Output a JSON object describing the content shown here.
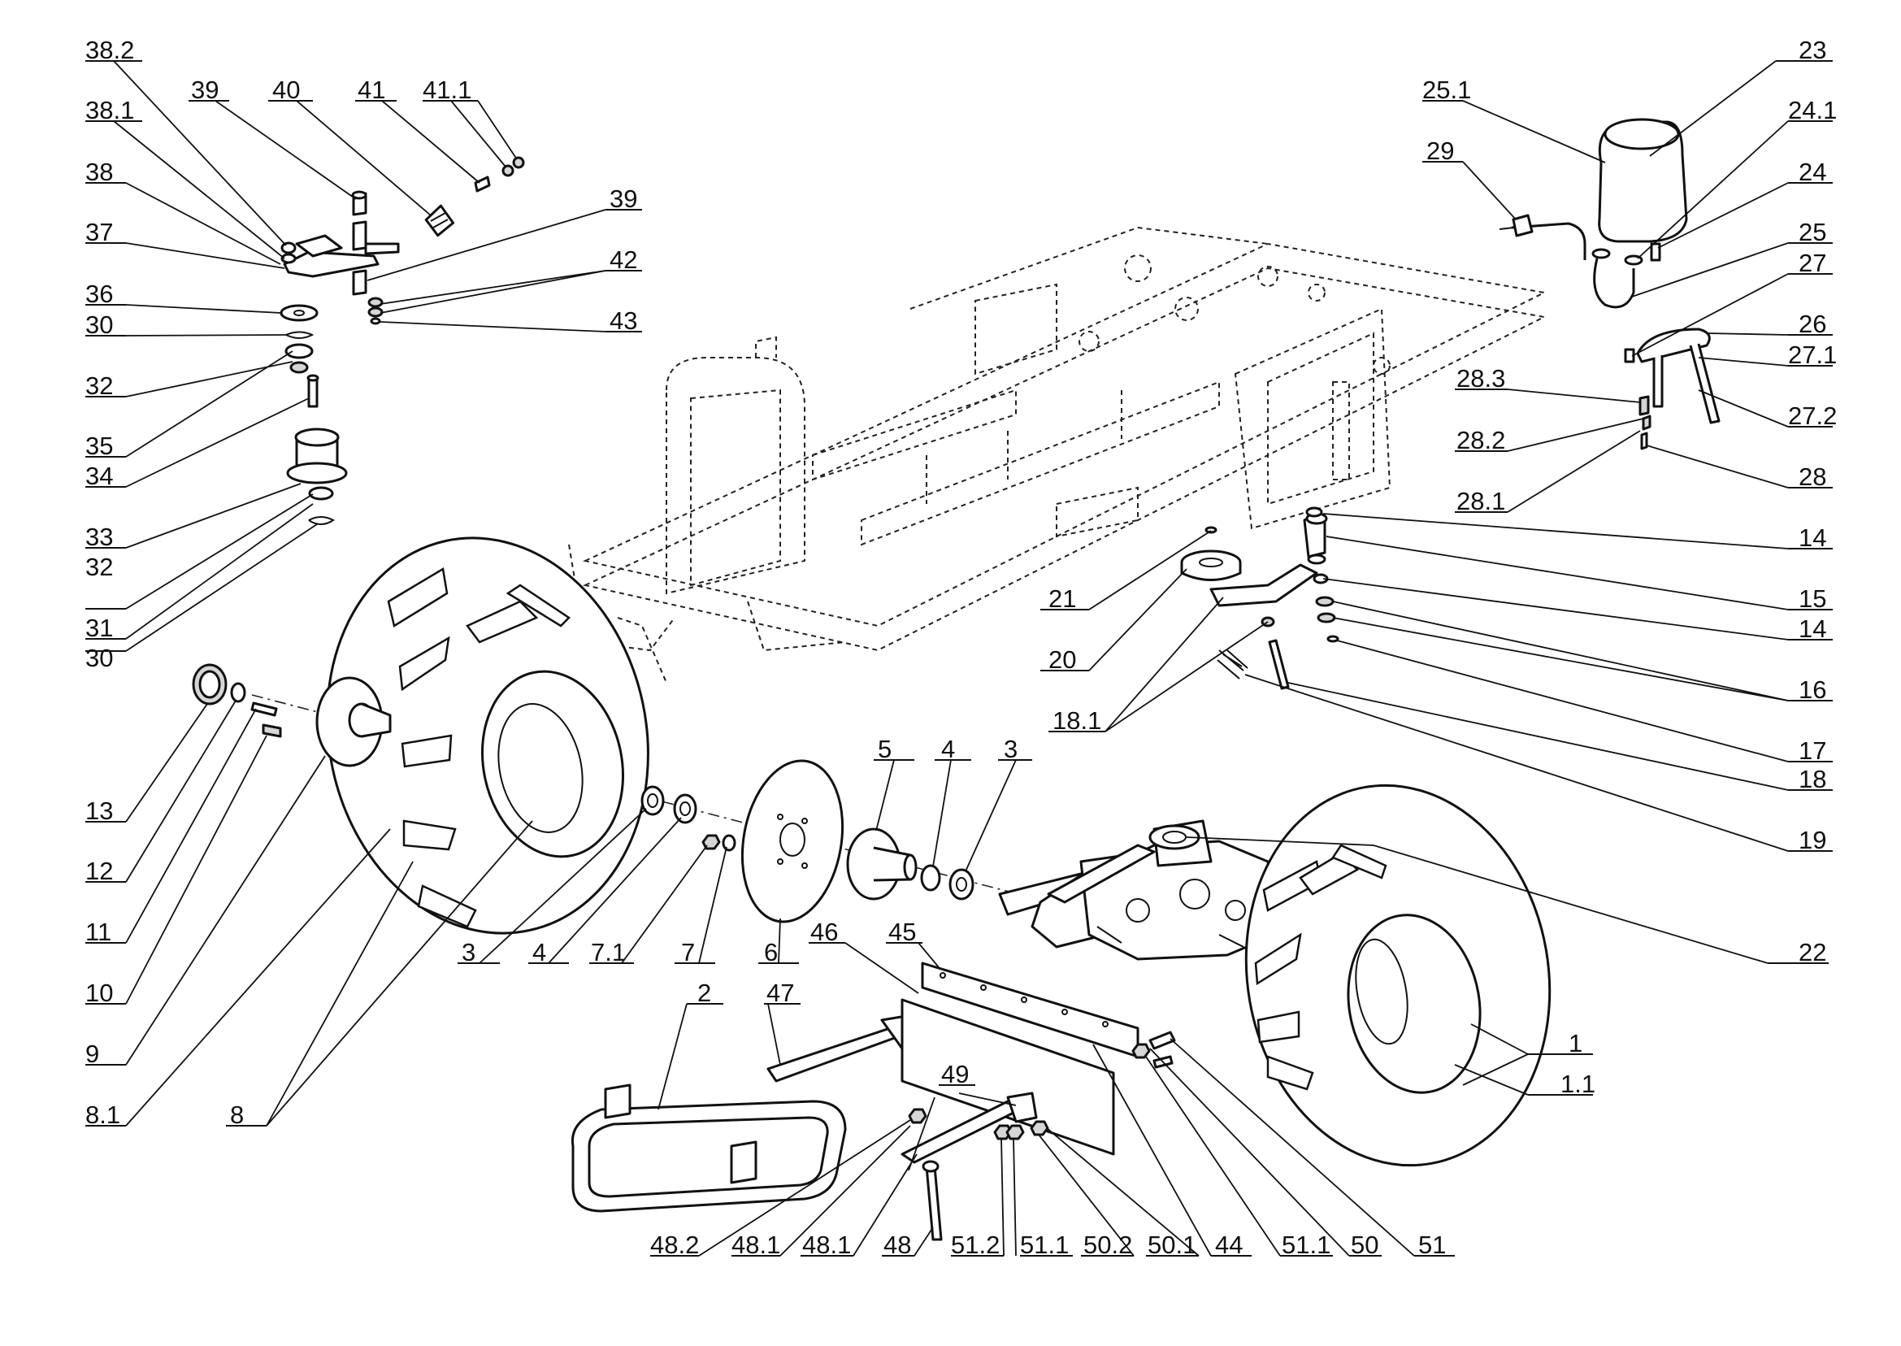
{
  "diagram": {
    "labels": [
      {
        "id": "38.2",
        "text": "38.2"
      },
      {
        "id": "38.1",
        "text": "38.1"
      },
      {
        "id": "38",
        "text": "38"
      },
      {
        "id": "37",
        "text": "37"
      },
      {
        "id": "36",
        "text": "36"
      },
      {
        "id": "30a",
        "text": "30"
      },
      {
        "id": "32a",
        "text": "32"
      },
      {
        "id": "35",
        "text": "35"
      },
      {
        "id": "34",
        "text": "34"
      },
      {
        "id": "33",
        "text": "33"
      },
      {
        "id": "32b",
        "text": "32"
      },
      {
        "id": "31",
        "text": "31"
      },
      {
        "id": "30b",
        "text": "30"
      },
      {
        "id": "39a",
        "text": "39"
      },
      {
        "id": "40",
        "text": "40"
      },
      {
        "id": "41",
        "text": "41"
      },
      {
        "id": "41.1",
        "text": "41.1"
      },
      {
        "id": "39b",
        "text": "39"
      },
      {
        "id": "42",
        "text": "42"
      },
      {
        "id": "43",
        "text": "43"
      },
      {
        "id": "13",
        "text": "13"
      },
      {
        "id": "12",
        "text": "12"
      },
      {
        "id": "11",
        "text": "11"
      },
      {
        "id": "10",
        "text": "10"
      },
      {
        "id": "9",
        "text": "9"
      },
      {
        "id": "8.1",
        "text": "8.1"
      },
      {
        "id": "8",
        "text": "8"
      },
      {
        "id": "3a",
        "text": "3"
      },
      {
        "id": "4a",
        "text": "4"
      },
      {
        "id": "7.1",
        "text": "7.1"
      },
      {
        "id": "7",
        "text": "7"
      },
      {
        "id": "6",
        "text": "6"
      },
      {
        "id": "5",
        "text": "5"
      },
      {
        "id": "4b",
        "text": "4"
      },
      {
        "id": "3b",
        "text": "3"
      },
      {
        "id": "2",
        "text": "2"
      },
      {
        "id": "47",
        "text": "47"
      },
      {
        "id": "46",
        "text": "46"
      },
      {
        "id": "45",
        "text": "45"
      },
      {
        "id": "49",
        "text": "49"
      },
      {
        "id": "48.2",
        "text": "48.2"
      },
      {
        "id": "48.1a",
        "text": "48.1"
      },
      {
        "id": "48.1b",
        "text": "48.1"
      },
      {
        "id": "48",
        "text": "48"
      },
      {
        "id": "51.2",
        "text": "51.2"
      },
      {
        "id": "51.1a",
        "text": "51.1"
      },
      {
        "id": "50.2",
        "text": "50.2"
      },
      {
        "id": "50.1",
        "text": "50.1"
      },
      {
        "id": "44",
        "text": "44"
      },
      {
        "id": "51.1b",
        "text": "51.1"
      },
      {
        "id": "50",
        "text": "50"
      },
      {
        "id": "51",
        "text": "51"
      },
      {
        "id": "1",
        "text": "1"
      },
      {
        "id": "1.1",
        "text": "1.1"
      },
      {
        "id": "22",
        "text": "22"
      },
      {
        "id": "23",
        "text": "23"
      },
      {
        "id": "25.1",
        "text": "25.1"
      },
      {
        "id": "24.1",
        "text": "24.1"
      },
      {
        "id": "29",
        "text": "29"
      },
      {
        "id": "24",
        "text": "24"
      },
      {
        "id": "25",
        "text": "25"
      },
      {
        "id": "27",
        "text": "27"
      },
      {
        "id": "26",
        "text": "26"
      },
      {
        "id": "27.1",
        "text": "27.1"
      },
      {
        "id": "28.3",
        "text": "28.3"
      },
      {
        "id": "27.2",
        "text": "27.2"
      },
      {
        "id": "28.2",
        "text": "28.2"
      },
      {
        "id": "28",
        "text": "28"
      },
      {
        "id": "28.1",
        "text": "28.1"
      },
      {
        "id": "14a",
        "text": "14"
      },
      {
        "id": "15",
        "text": "15"
      },
      {
        "id": "14b",
        "text": "14"
      },
      {
        "id": "16",
        "text": "16"
      },
      {
        "id": "17",
        "text": "17"
      },
      {
        "id": "18",
        "text": "18"
      },
      {
        "id": "19",
        "text": "19"
      },
      {
        "id": "21",
        "text": "21"
      },
      {
        "id": "20",
        "text": "20"
      },
      {
        "id": "18.1",
        "text": "18.1"
      }
    ]
  }
}
